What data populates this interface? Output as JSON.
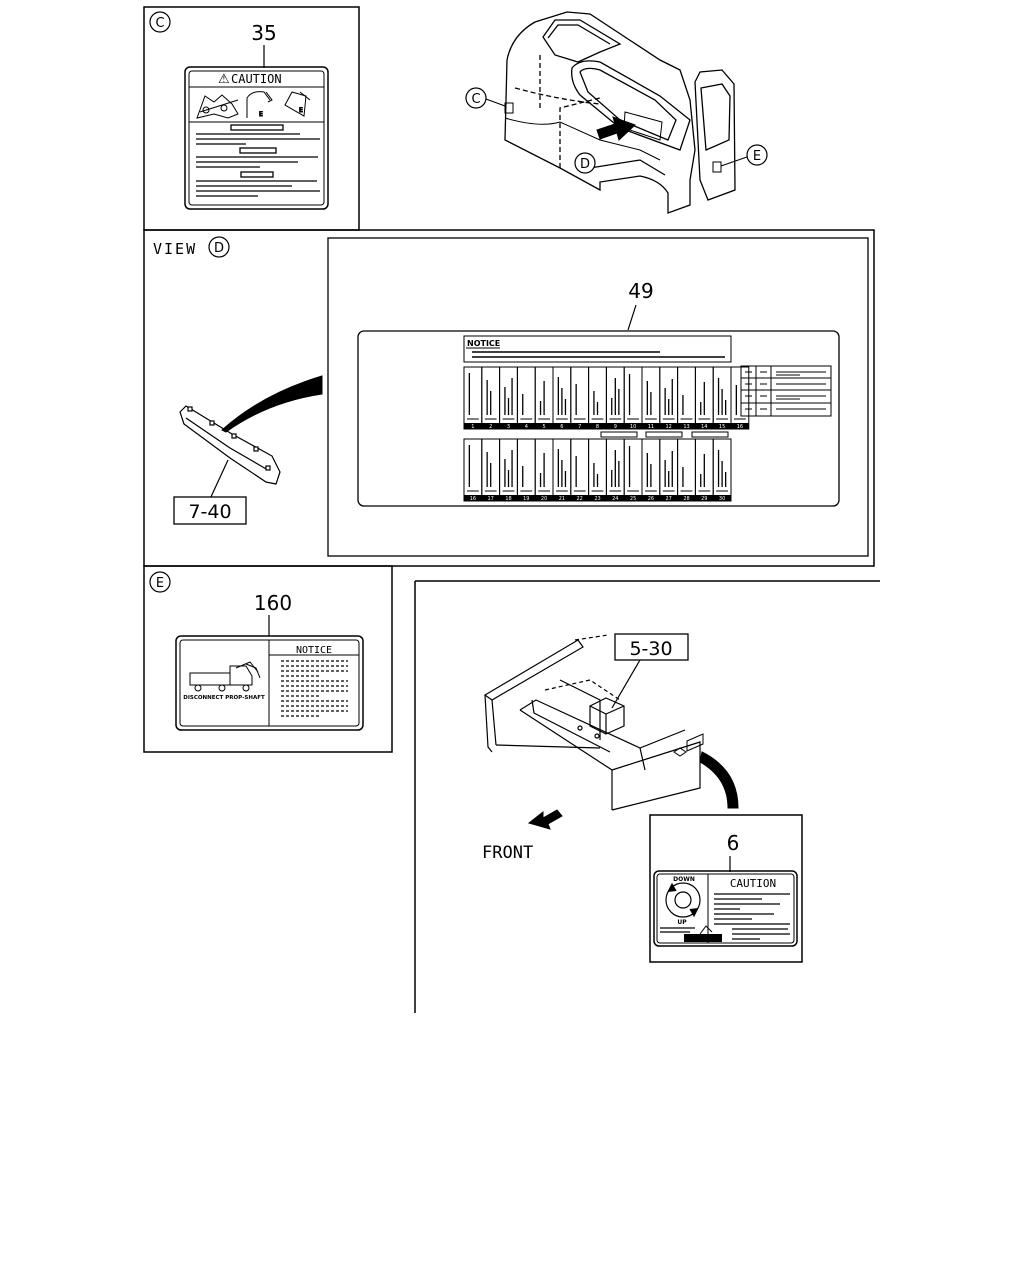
{
  "diagram": {
    "panel_c": {
      "marker": "C",
      "part_number": "35",
      "label_heading": "CAUTION",
      "label_heading_symbol": "⚠"
    },
    "cab_view": {
      "marker_c": "C",
      "marker_d": "D",
      "marker_e": "E"
    },
    "panel_view_d": {
      "title": "VIEW",
      "marker": "D",
      "part_number": "49",
      "notice_heading": "NOTICE",
      "reference_part": "7-40",
      "fuse_numbers_top": [
        "1",
        "2",
        "3",
        "4",
        "5",
        "6",
        "7",
        "8",
        "9",
        "10",
        "11",
        "12",
        "13",
        "14",
        "15",
        "16"
      ],
      "fuse_numbers_bottom": [
        "16",
        "17",
        "18",
        "19",
        "20",
        "21",
        "22",
        "23",
        "24",
        "25",
        "26",
        "27",
        "28",
        "29",
        "30"
      ]
    },
    "panel_e": {
      "marker": "E",
      "part_number": "160",
      "notice_heading": "NOTICE",
      "sticker_caption": "DISCONNECT PROP-SHAFT"
    },
    "panel_frame": {
      "reference_part": "5-30",
      "direction_label": "FRONT",
      "part_number": "6",
      "caution_heading": "CAUTION",
      "dial_top": "DOWN",
      "dial_bottom": "UP"
    }
  },
  "colors": {
    "line": "#000000",
    "background": "#ffffff"
  }
}
